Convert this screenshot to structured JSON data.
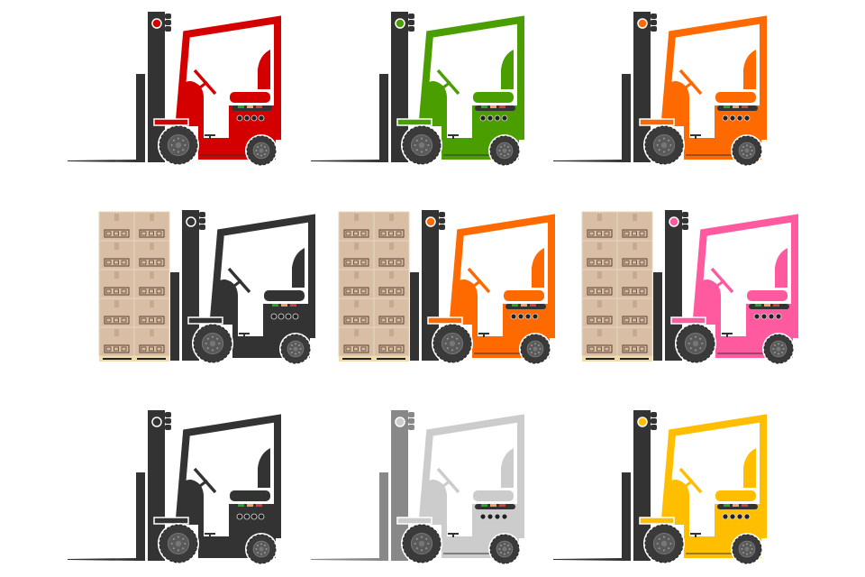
{
  "forklifts": [
    {
      "row": 1,
      "body_color": "#d40000",
      "mast_color": "#333333",
      "light_color": "#d40000",
      "pallet": false
    },
    {
      "row": 1,
      "body_color": "#4a9e00",
      "mast_color": "#333333",
      "light_color": "#4a9e00",
      "pallet": false
    },
    {
      "row": 1,
      "body_color": "#ff6a00",
      "mast_color": "#333333",
      "light_color": "#ff6a00",
      "pallet": false
    },
    {
      "row": 2,
      "body_color": "#333333",
      "mast_color": "#333333",
      "light_color": "#333333",
      "pallet": true
    },
    {
      "row": 2,
      "body_color": "#ff6a00",
      "mast_color": "#333333",
      "light_color": "#ff6a00",
      "pallet": true
    },
    {
      "row": 2,
      "body_color": "#ff5aa0",
      "mast_color": "#333333",
      "light_color": "#ff5aa0",
      "pallet": true
    },
    {
      "row": 3,
      "body_color": "#333333",
      "mast_color": "#333333",
      "light_color": "#333333",
      "pallet": false
    },
    {
      "row": 3,
      "body_color": "#cccccc",
      "mast_color": "#888888",
      "light_color": "#cccccc",
      "pallet": false
    },
    {
      "row": 3,
      "body_color": "#ffbf00",
      "mast_color": "#333333",
      "light_color": "#ffbf00",
      "pallet": false
    }
  ],
  "colors": {
    "box": "#d8bea4",
    "box_dark": "#5a4030",
    "pallet_wood": "#f0dcaa",
    "wheel": "#3a3a3a",
    "rim": "#5a5a5a",
    "dash_green": "#22aa22",
    "dash_orange": "#f5a060",
    "dash_red": "#d04040"
  }
}
